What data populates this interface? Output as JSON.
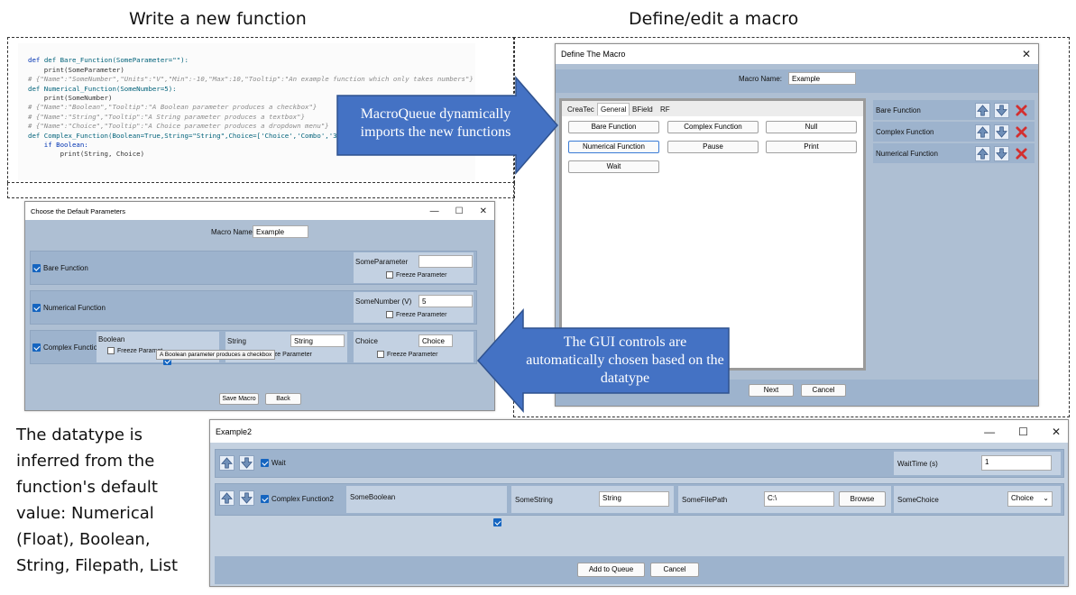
{
  "headings": {
    "write": "Write a new function",
    "define": "Define/edit a macro"
  },
  "code_lines": [
    "def Bare_Function(SomeParameter=\"\"):",
    "    print(SomeParameter)",
    "",
    "",
    "# {\"Name\":\"SomeNumber\",\"Units\":\"V\",\"Min\":-10,\"Max\":10,\"Tooltip\":\"An example function which only takes numbers\"}",
    "def Numerical_Function(SomeNumber=5):",
    "    print(SomeNumber)",
    "",
    "# {\"Name\":\"Boolean\",\"Tooltip\":\"A Boolean parameter produces a checkbox\"}",
    "# {\"Name\":\"String\",\"Tooltip\":\"A String parameter produces a textbox\"}",
    "# {\"Name\":\"Choice\",\"Tooltip\":\"A Choice parameter produces a dropdown menu\"}",
    "def Complex_Function(Boolean=True,String=\"String\",Choice=['Choice','Combo','3rd','4th']):",
    "    if Boolean:",
    "        print(String, Choice)"
  ],
  "callouts": {
    "imports": "MacroQueue dynamically imports the new functions",
    "gui": "The GUI controls are automatically  chosen based on the datatype"
  },
  "note": "The datatype is inferred from the function's default value:  Numerical (Float), Boolean, String, Filepath, List",
  "define_window": {
    "title": "Define The Macro",
    "macro_name_label": "Macro Name:",
    "macro_name_value": "Example",
    "tabs": [
      "CreaTec",
      "General",
      "BField",
      "RF"
    ],
    "functions": [
      "Bare Function",
      "Complex Function",
      "Null",
      "Numerical Function",
      "Pause",
      "Print",
      "Wait"
    ],
    "macro_items": [
      "Bare Function",
      "Complex Function",
      "Numerical Function"
    ],
    "next": "Next",
    "cancel": "Cancel",
    "close": "✕"
  },
  "params_window": {
    "title": "Choose the Default Parameters",
    "macro_name_label": "Macro Name:",
    "macro_name_value": "Example",
    "bare": {
      "name": "Bare Function",
      "param": "SomeParameter",
      "value": "",
      "freeze": "Freeze Parameter"
    },
    "numerical": {
      "name": "Numerical Function",
      "param": "SomeNumber (V)",
      "value": "5",
      "freeze": "Freeze Parameter"
    },
    "complex": {
      "name": "Complex Function",
      "boolean_label": "Boolean",
      "boolean_freeze": "Freeze Paramet",
      "tooltip": "A Boolean parameter produces a checkbox",
      "string_label": "String",
      "string_value": "String",
      "string_freeze": "eeze Parameter",
      "choice_label": "Choice",
      "choice_value": "Choice",
      "choice_freeze": "Freeze Parameter"
    },
    "save": "Save Macro",
    "back": "Back",
    "min": "—",
    "max": "☐",
    "close": "✕"
  },
  "example_window": {
    "title": "Example2",
    "wait": {
      "name": "Wait",
      "param": "WaitTime (s)",
      "value": "1"
    },
    "complex": {
      "name": "Complex Function2",
      "bool_label": "SomeBoolean",
      "string_label": "SomeString",
      "string_value": "String",
      "file_label": "SomeFilePath",
      "file_value": "C:\\",
      "browse": "Browse",
      "choice_label": "SomeChoice",
      "choice_value": "Choice"
    },
    "add": "Add to Queue",
    "cancel": "Cancel",
    "min": "—",
    "max": "☐",
    "close": "✕"
  },
  "colors": {
    "window_bg": "#aebfd3",
    "band_bg": "#9db3cd",
    "callout": "#4472c4",
    "checkbox": "#1565c0",
    "delete": "#d32f2f"
  }
}
